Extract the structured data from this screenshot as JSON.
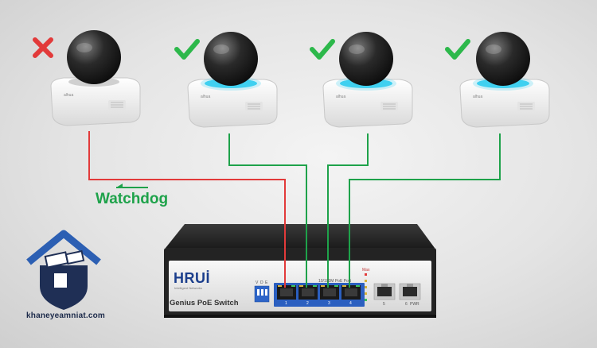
{
  "diagram": {
    "watchdog_label": "Watchdog",
    "colors": {
      "ok": "#2db84b",
      "fail": "#e23a3a",
      "watchdog_line": "#e23a3a",
      "normal_line": "#1ea24a",
      "switch_body": "#2b2b2b",
      "ring_active": "#3fd0f0"
    }
  },
  "cameras": [
    {
      "status": "fail",
      "status_icon": "cross-icon",
      "port": "1"
    },
    {
      "status": "ok",
      "status_icon": "check-icon",
      "port": "2"
    },
    {
      "status": "ok",
      "status_icon": "check-icon",
      "port": "3"
    },
    {
      "status": "ok",
      "status_icon": "check-icon",
      "port": "4"
    }
  ],
  "switch": {
    "brand": "HRUİ",
    "brand_sub": "Intelligent Networks",
    "model": "Genius PoE Switch",
    "poe_port_label": "10/100M PoE Port",
    "max_label": "Max",
    "pwr_label": "PWR",
    "dip_labels": [
      "V",
      "D",
      "E"
    ],
    "port_numbers": [
      "1",
      "2",
      "3",
      "4",
      "5",
      "6"
    ]
  },
  "logo": {
    "url_text": "khaneyeamniat.com"
  }
}
